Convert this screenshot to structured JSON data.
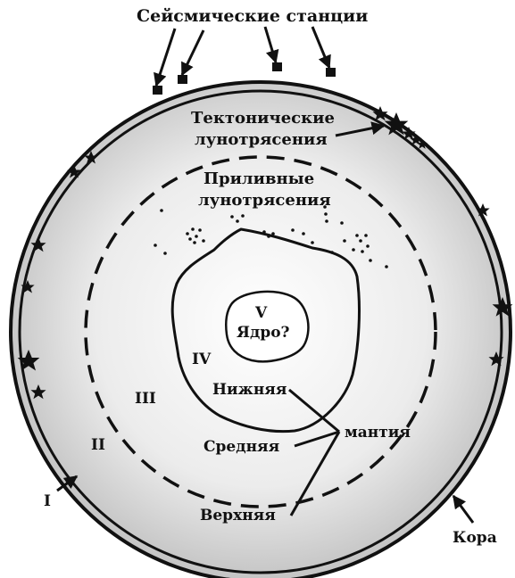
{
  "labels": {
    "seismic_stations": "Сейсмические станции",
    "tectonic_line1": "Тектонические",
    "tectonic_line2": "лунотрясения",
    "tidal_line1": "Приливные",
    "tidal_line2": "лунотрясения",
    "core_numeral": "V",
    "core_label": "Ядро?",
    "lower": "Нижняя",
    "middle": "Средняя",
    "upper": "Верхняя",
    "mantle": "мантия",
    "crust": "Кора"
  },
  "zones": {
    "I": "I",
    "II": "II",
    "III": "III",
    "IV": "IV"
  },
  "colors": {
    "sphere_center": "#ffffff",
    "sphere_edge": "#bdbdbd",
    "ink": "#111111"
  }
}
